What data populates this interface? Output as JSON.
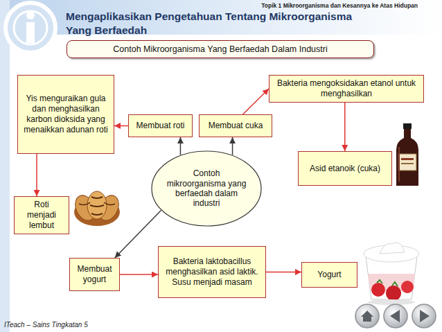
{
  "diagram": {
    "title": "Mengaplikasikan Pengetahuan Tentang Mikroorganisma Yang Berfaedah",
    "nodes": [
      {
        "text": [
          "Contoh Mikroorganisma Yang Berfaedah Dalam Industri"
        ]
      },
      {
        "text": [
          "Yis menguraikan gula dan menghasilkan karbon dioksida yang menaikkan adunan roti"
        ]
      },
      {
        "text": [
          "Bakteria mengoksidakan etanol untuk menghasilkan"
        ]
      },
      {
        "text": [
          "Membuat roti"
        ]
      },
      {
        "text": [
          "Membuat cuka"
        ]
      },
      {
        "text": [
          "Asid etanoik (cuka)"
        ]
      },
      {
        "text": [
          "Contoh mikroorganisma yang berfaedah dalam industri"
        ]
      },
      {
        "text": [
          "Roti menjadi lembut"
        ]
      },
      {
        "text": [
          "Membuat yogurt"
        ]
      },
      {
        "text": [
          "Bakteria laktobacillus menghasilkan asid laktik. Susu menjadi masam"
        ]
      },
      {
        "text": [
          "Yogurt"
        ]
      }
    ],
    "edges": [
      {
        "from": 6,
        "to": 3,
        "arrow": "to"
      },
      {
        "from": 3,
        "to": 1,
        "arrow": "to"
      },
      {
        "from": 1,
        "to": 7,
        "arrow": "to"
      },
      {
        "from": 6,
        "to": 4,
        "arrow": "to"
      },
      {
        "from": 4,
        "to": 2,
        "arrow": "to"
      },
      {
        "from": 2,
        "to": 5,
        "arrow": "to"
      },
      {
        "from": 6,
        "to": 8,
        "arrow": "to"
      },
      {
        "from": 8,
        "to": 9,
        "arrow": "to"
      },
      {
        "from": 9,
        "to": 10,
        "arrow": "to"
      }
    ],
    "labels": [
      "Topik 1 Mikroorganisma dan Kesannya ke Atas Hidupan",
      "ITeach – Sains Tingkatan 5"
    ]
  }
}
